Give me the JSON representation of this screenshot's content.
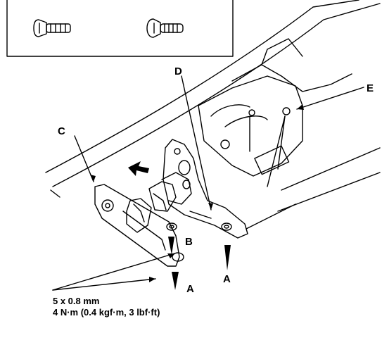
{
  "callouts": {
    "a": "A",
    "b": "B",
    "c": "C",
    "d": "D",
    "e": "E"
  },
  "spec": {
    "bolt_size": "5 x 0.8 mm",
    "torque": "4 N·m (0.4 kgf·m, 3 lbf·ft)"
  },
  "inset": {
    "fasteners": [
      "screw-icon",
      "screw-icon"
    ]
  },
  "colors": {
    "ink": "#000000",
    "background": "#ffffff"
  }
}
